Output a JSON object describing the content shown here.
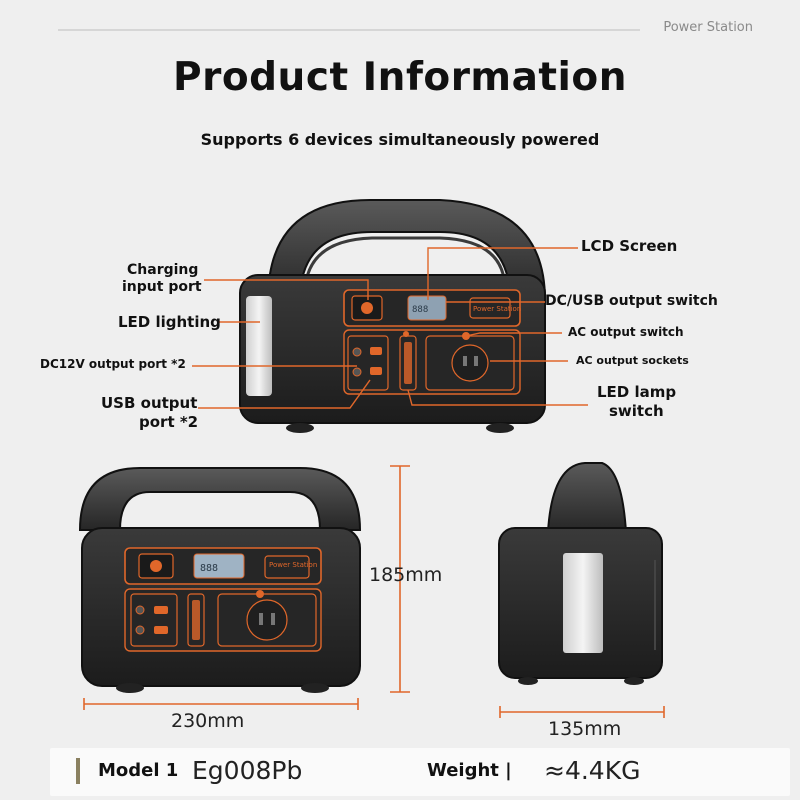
{
  "header": {
    "brand": "Power Station",
    "title": "Product Information",
    "subtitle": "Supports 6 devices simultaneously powered"
  },
  "device": {
    "panel_label_power_station": "Power Station",
    "lcd_readout": "888"
  },
  "callouts": {
    "lcd_screen": "LCD Screen",
    "charging_input_line1": "Charging",
    "charging_input_line2": "input port",
    "dc_usb_switch": "DC/USB output switch",
    "led_lighting": "LED lighting",
    "ac_output_switch": "AC output switch",
    "dc12v_port": "DC12V output port *2",
    "ac_output_sockets": "AC output sockets",
    "usb_port_line1": "USB output",
    "usb_port_line2": "port *2",
    "led_lamp_switch_line1": "LED lamp",
    "led_lamp_switch_line2": "switch"
  },
  "dimensions": {
    "height": "185mm",
    "width": "230mm",
    "depth": "135mm"
  },
  "specs": {
    "model_label": "Model 1",
    "model_value": "Eg008Pb",
    "weight_label": "Weight |",
    "weight_value": "≈4.4KG"
  },
  "colors": {
    "accent": "#e0672a",
    "body": "#2b2b2b",
    "background": "#efefef"
  }
}
